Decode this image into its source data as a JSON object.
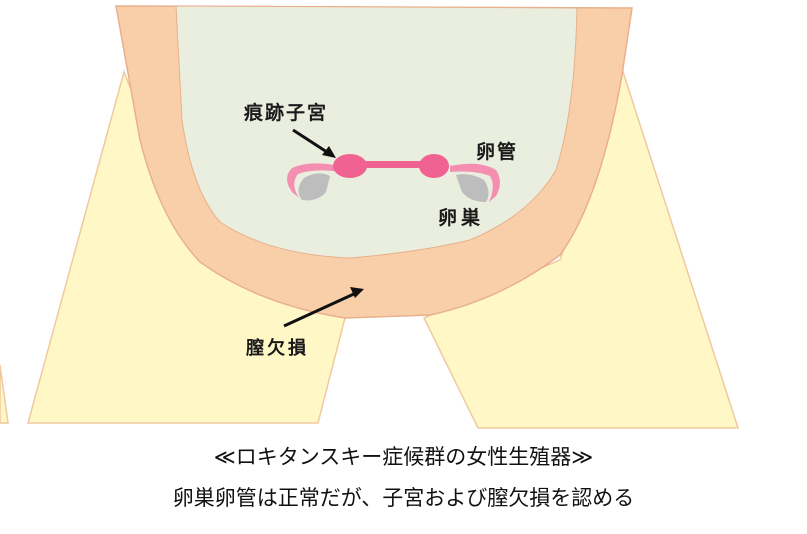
{
  "diagram": {
    "title": "≪ロキタンスキー症候群の女性生殖器≫",
    "subtitle": "卵巣卵管は正常だが、子宮および膣欠損を認める",
    "labels": {
      "rudimentary_uterus": "痕跡子宮",
      "fallopian_tube": "卵管",
      "ovary": "卵巣",
      "vaginal_agenesis": "膣欠損"
    },
    "colors": {
      "thigh_fill": "#FFF8C6",
      "thigh_stroke": "#EFC9A0",
      "pelvis_fill": "#F9CFAA",
      "pelvis_stroke": "#E8B08C",
      "cavity_fill": "#EAEEDF",
      "uterus": "#F06292",
      "tube": "#F48FB1",
      "ovary": "#BDBDBD",
      "arrow": "#111111"
    }
  }
}
